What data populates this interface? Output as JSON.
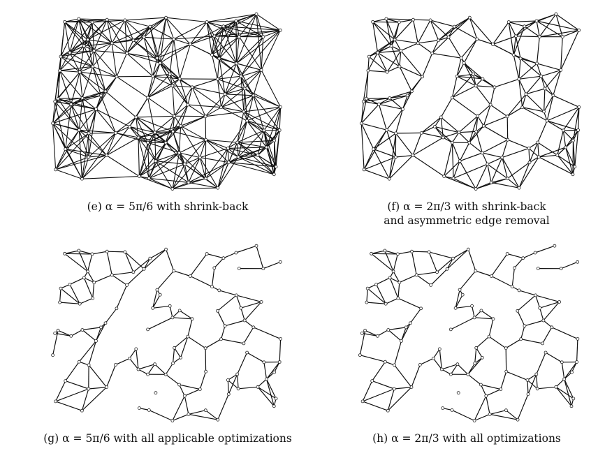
{
  "figure": {
    "panels": [
      {
        "id": "e",
        "variant": "dense",
        "caption": [
          "(e) α = 5π/6 with shrink-back"
        ]
      },
      {
        "id": "f",
        "variant": "medium",
        "caption": [
          "(f) α = 2π/3 with shrink-back",
          "and asymmetric edge removal"
        ]
      },
      {
        "id": "g",
        "variant": "sparse",
        "caption": [
          "(g) α = 5π/6 with all applicable optimizations"
        ]
      },
      {
        "id": "h",
        "variant": "sparse",
        "caption": [
          "(h) α = 2π/3 with all optimizations"
        ]
      }
    ]
  }
}
